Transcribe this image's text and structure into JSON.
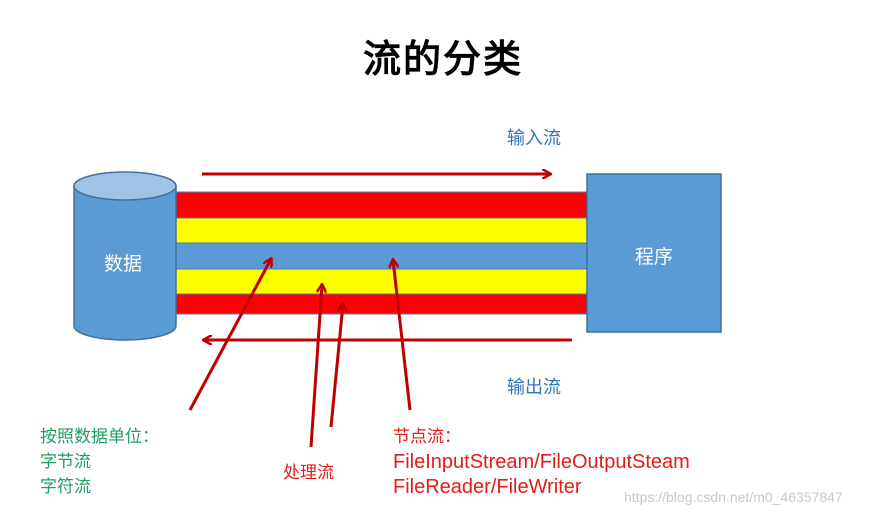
{
  "title": "流的分类",
  "nodes": {
    "data_source": "数据",
    "program": "程序"
  },
  "flows": {
    "input": "输入流",
    "output": "输出流"
  },
  "categories": {
    "by_unit": {
      "heading": "按照数据单位：",
      "items": [
        "字节流",
        "字符流"
      ]
    },
    "processing": "处理流",
    "node_stream": {
      "heading": "节点流：",
      "lines": [
        "FileInputStream/FileOutputSteam",
        "FileReader/FileWriter"
      ]
    }
  },
  "colors": {
    "red_band": "#ff0000",
    "yellow_band": "#ffff00",
    "blue": "#5b9bd5",
    "arrow": "#c00000",
    "flow_text": "#2e75b6",
    "green_text": "#1e9e5c",
    "red_text": "#e41b1b"
  },
  "watermark": "https://blog.csdn.net/m0_46357847"
}
